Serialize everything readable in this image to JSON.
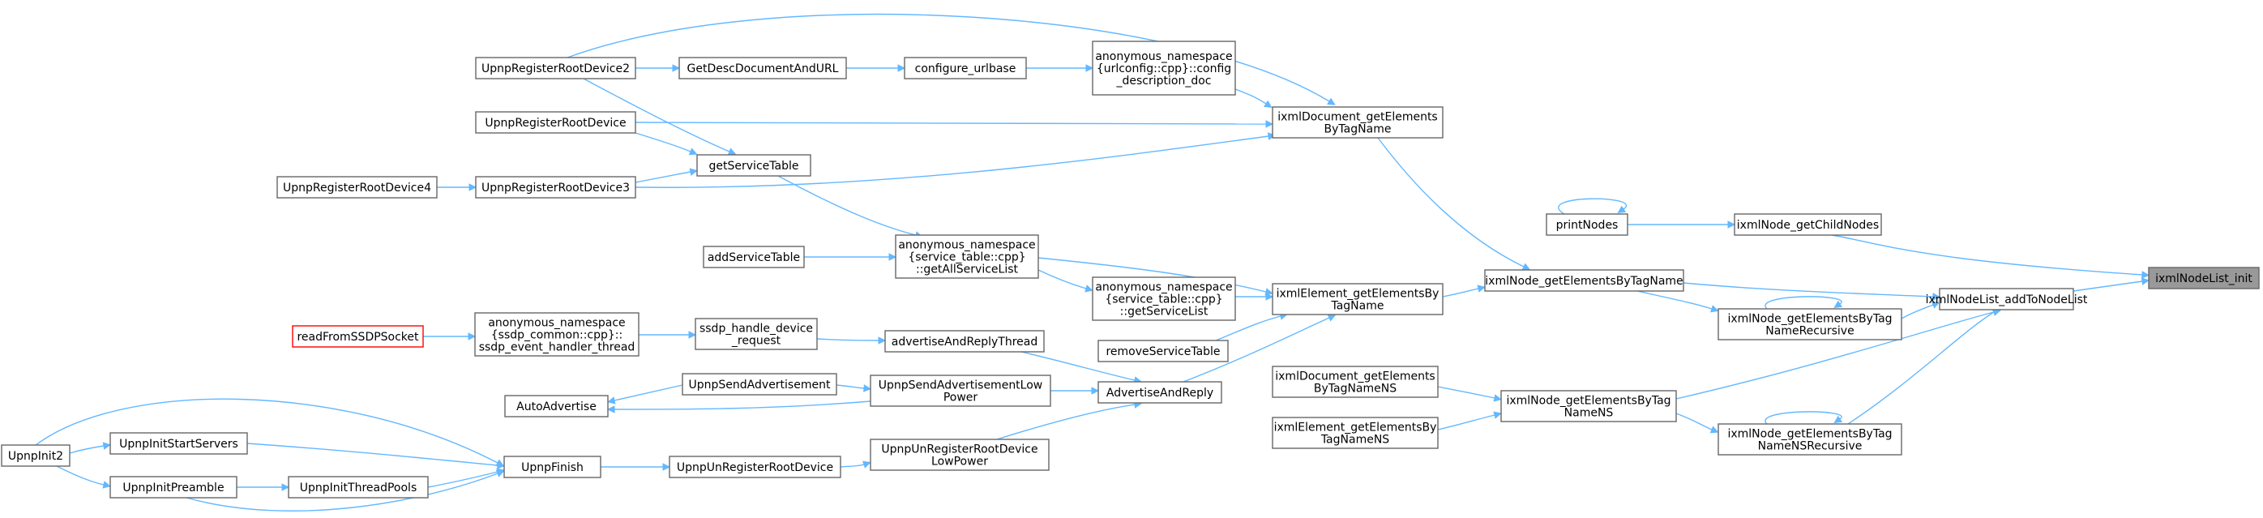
{
  "graph": {
    "nodes": [
      {
        "id": "n_init",
        "lines": [
          "ixmlNodeList_init"
        ],
        "style": "current"
      },
      {
        "id": "n_add",
        "lines": [
          "ixmlNodeList_addToNodeList"
        ]
      },
      {
        "id": "n_getchild",
        "lines": [
          "ixmlNode_getChildNodes"
        ]
      },
      {
        "id": "n_print",
        "lines": [
          "printNodes"
        ]
      },
      {
        "id": "n_getbytag",
        "lines": [
          "ixmlNode_getElementsByTagName"
        ]
      },
      {
        "id": "n_getbytagrec",
        "lines": [
          "ixmlNode_getElementsByTag",
          "NameRecursive"
        ]
      },
      {
        "id": "n_getbytagns",
        "lines": [
          "ixmlNode_getElementsByTag",
          "NameNS"
        ]
      },
      {
        "id": "n_getbytagnsrec",
        "lines": [
          "ixmlNode_getElementsByTag",
          "NameNSRecursive"
        ]
      },
      {
        "id": "n_docbytagns",
        "lines": [
          "ixmlDocument_getElements",
          "ByTagNameNS"
        ]
      },
      {
        "id": "n_elbytagns",
        "lines": [
          "ixmlElement_getElementsBy",
          "TagNameNS"
        ]
      },
      {
        "id": "n_docbytag",
        "lines": [
          "ixmlDocument_getElements",
          "ByTagName"
        ]
      },
      {
        "id": "n_elbytag",
        "lines": [
          "ixmlElement_getElementsBy",
          "TagName"
        ]
      },
      {
        "id": "n_configdesc",
        "lines": [
          "anonymous_namespace",
          "{urlconfig::cpp}::config",
          "_description_doc"
        ]
      },
      {
        "id": "n_getallsvc",
        "lines": [
          "anonymous_namespace",
          "{service_table::cpp}",
          "::getAllServiceList"
        ]
      },
      {
        "id": "n_getsvclist",
        "lines": [
          "anonymous_namespace",
          "{service_table::cpp}",
          "::getServiceList"
        ]
      },
      {
        "id": "n_removesvc",
        "lines": [
          "removeServiceTable"
        ]
      },
      {
        "id": "n_advreply",
        "lines": [
          "AdvertiseAndReply"
        ]
      },
      {
        "id": "n_advreplythread",
        "lines": [
          "advertiseAndReplyThread"
        ]
      },
      {
        "id": "n_sendadvlow",
        "lines": [
          "UpnpSendAdvertisementLow",
          "Power"
        ]
      },
      {
        "id": "n_unreglow",
        "lines": [
          "UpnpUnRegisterRootDevice",
          "LowPower"
        ]
      },
      {
        "id": "n_configurl",
        "lines": [
          "configure_urlbase"
        ]
      },
      {
        "id": "n_getdesc",
        "lines": [
          "GetDescDocumentAndURL"
        ]
      },
      {
        "id": "n_reg2",
        "lines": [
          "UpnpRegisterRootDevice2"
        ]
      },
      {
        "id": "n_reg",
        "lines": [
          "UpnpRegisterRootDevice"
        ]
      },
      {
        "id": "n_reg3",
        "lines": [
          "UpnpRegisterRootDevice3"
        ]
      },
      {
        "id": "n_reg4",
        "lines": [
          "UpnpRegisterRootDevice4"
        ]
      },
      {
        "id": "n_getsvctable",
        "lines": [
          "getServiceTable"
        ]
      },
      {
        "id": "n_addsvc",
        "lines": [
          "addServiceTable"
        ]
      },
      {
        "id": "n_ssdphandle",
        "lines": [
          "ssdp_handle_device",
          "_request"
        ]
      },
      {
        "id": "n_ssdpthread",
        "lines": [
          "anonymous_namespace",
          "{ssdp_common::cpp}::",
          "ssdp_event_handler_thread"
        ]
      },
      {
        "id": "n_readssdp",
        "lines": [
          "readFromSSDPSocket"
        ],
        "style": "red"
      },
      {
        "id": "n_sendadv",
        "lines": [
          "UpnpSendAdvertisement"
        ]
      },
      {
        "id": "n_autoadv",
        "lines": [
          "AutoAdvertise"
        ]
      },
      {
        "id": "n_unreg",
        "lines": [
          "UpnpUnRegisterRootDevice"
        ]
      },
      {
        "id": "n_finish",
        "lines": [
          "UpnpFinish"
        ]
      },
      {
        "id": "n_startservers",
        "lines": [
          "UpnpInitStartServers"
        ]
      },
      {
        "id": "n_preamble",
        "lines": [
          "UpnpInitPreamble"
        ]
      },
      {
        "id": "n_threadpools",
        "lines": [
          "UpnpInitThreadPools"
        ]
      },
      {
        "id": "n_init2",
        "lines": [
          "UpnpInit2"
        ]
      }
    ],
    "edges": [
      {
        "from": "n_add",
        "to": "n_init"
      },
      {
        "from": "n_getchild",
        "to": "n_init"
      },
      {
        "from": "n_print",
        "to": "n_getchild"
      },
      {
        "from": "n_print",
        "to": "n_print"
      },
      {
        "from": "n_getbytag",
        "to": "n_add"
      },
      {
        "from": "n_getbytagrec",
        "to": "n_add"
      },
      {
        "from": "n_getbytagrec",
        "to": "n_getbytagrec"
      },
      {
        "from": "n_getbytag",
        "to": "n_getbytagrec"
      },
      {
        "from": "n_getbytagns",
        "to": "n_add"
      },
      {
        "from": "n_getbytagnsrec",
        "to": "n_add"
      },
      {
        "from": "n_getbytagnsrec",
        "to": "n_getbytagnsrec"
      },
      {
        "from": "n_getbytagns",
        "to": "n_getbytagnsrec"
      },
      {
        "from": "n_docbytagns",
        "to": "n_getbytagns"
      },
      {
        "from": "n_elbytagns",
        "to": "n_getbytagns"
      },
      {
        "from": "n_docbytag",
        "to": "n_getbytag"
      },
      {
        "from": "n_elbytag",
        "to": "n_getbytag"
      },
      {
        "from": "n_configdesc",
        "to": "n_docbytag"
      },
      {
        "from": "n_reg2",
        "to": "n_docbytag"
      },
      {
        "from": "n_reg",
        "to": "n_docbytag"
      },
      {
        "from": "n_reg3",
        "to": "n_docbytag"
      },
      {
        "from": "n_getallsvc",
        "to": "n_elbytag"
      },
      {
        "from": "n_getsvclist",
        "to": "n_elbytag"
      },
      {
        "from": "n_removesvc",
        "to": "n_elbytag"
      },
      {
        "from": "n_advreply",
        "to": "n_elbytag"
      },
      {
        "from": "n_configurl",
        "to": "n_configdesc"
      },
      {
        "from": "n_getdesc",
        "to": "n_configurl"
      },
      {
        "from": "n_reg2",
        "to": "n_getdesc"
      },
      {
        "from": "n_reg2",
        "to": "n_getsvctable"
      },
      {
        "from": "n_reg",
        "to": "n_getsvctable"
      },
      {
        "from": "n_reg3",
        "to": "n_getsvctable"
      },
      {
        "from": "n_reg4",
        "to": "n_reg3"
      },
      {
        "from": "n_getsvctable",
        "to": "n_getallsvc"
      },
      {
        "from": "n_addsvc",
        "to": "n_getallsvc"
      },
      {
        "from": "n_getallsvc",
        "to": "n_getsvclist"
      },
      {
        "from": "n_advreplythread",
        "to": "n_advreply"
      },
      {
        "from": "n_sendadvlow",
        "to": "n_advreply"
      },
      {
        "from": "n_unreglow",
        "to": "n_advreply"
      },
      {
        "from": "n_ssdphandle",
        "to": "n_advreplythread"
      },
      {
        "from": "n_ssdpthread",
        "to": "n_ssdphandle"
      },
      {
        "from": "n_readssdp",
        "to": "n_ssdpthread"
      },
      {
        "from": "n_sendadv",
        "to": "n_sendadvlow"
      },
      {
        "from": "n_sendadvlow",
        "to": "n_autoadv"
      },
      {
        "from": "n_sendadv",
        "to": "n_autoadv"
      },
      {
        "from": "n_unreg",
        "to": "n_unreglow"
      },
      {
        "from": "n_finish",
        "to": "n_unreg"
      },
      {
        "from": "n_init2",
        "to": "n_finish"
      },
      {
        "from": "n_startservers",
        "to": "n_finish"
      },
      {
        "from": "n_preamble",
        "to": "n_finish"
      },
      {
        "from": "n_threadpools",
        "to": "n_finish"
      },
      {
        "from": "n_init2",
        "to": "n_startservers"
      },
      {
        "from": "n_init2",
        "to": "n_preamble"
      },
      {
        "from": "n_preamble",
        "to": "n_threadpools"
      }
    ]
  }
}
